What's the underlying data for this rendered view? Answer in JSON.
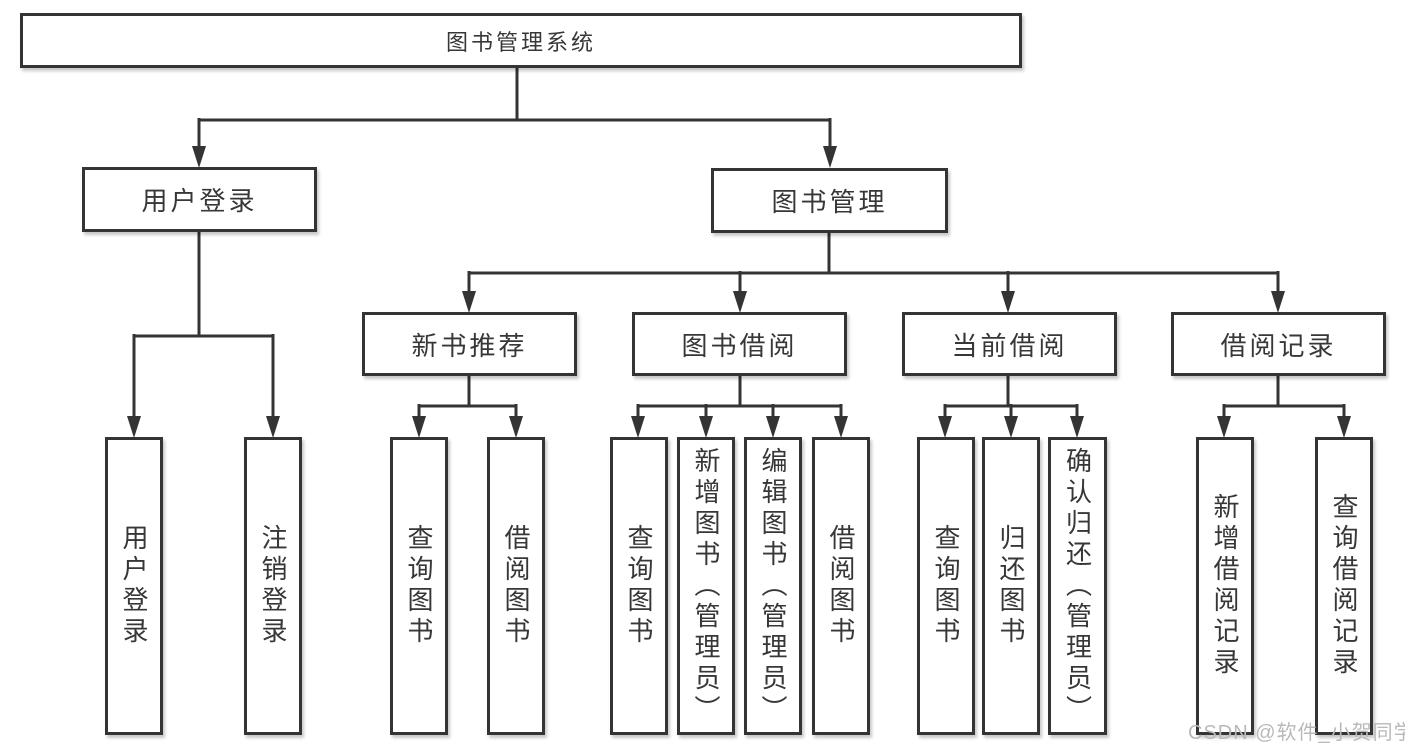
{
  "title": "图书管理系统",
  "watermark": "CSDN @软件_小贺同学",
  "tree": {
    "user_login": {
      "label": "用户登录",
      "children": [
        "用户登录",
        "注销登录"
      ]
    },
    "book_mgmt": {
      "label": "图书管理"
    },
    "new_books": {
      "label": "新书推荐",
      "children": [
        "查询图书",
        "借阅图书"
      ]
    },
    "book_borrow": {
      "label": "图书借阅",
      "children": [
        "查询图书",
        "新增图书（管理员）",
        "编辑图书（管理员）",
        "借阅图书"
      ]
    },
    "current_borrow": {
      "label": "当前借阅",
      "children": [
        "查询图书",
        "归还图书",
        "确认归还（管理员）"
      ]
    },
    "borrow_records": {
      "label": "借阅记录",
      "children": [
        "新增借阅记录",
        "查询借阅记录"
      ]
    }
  }
}
